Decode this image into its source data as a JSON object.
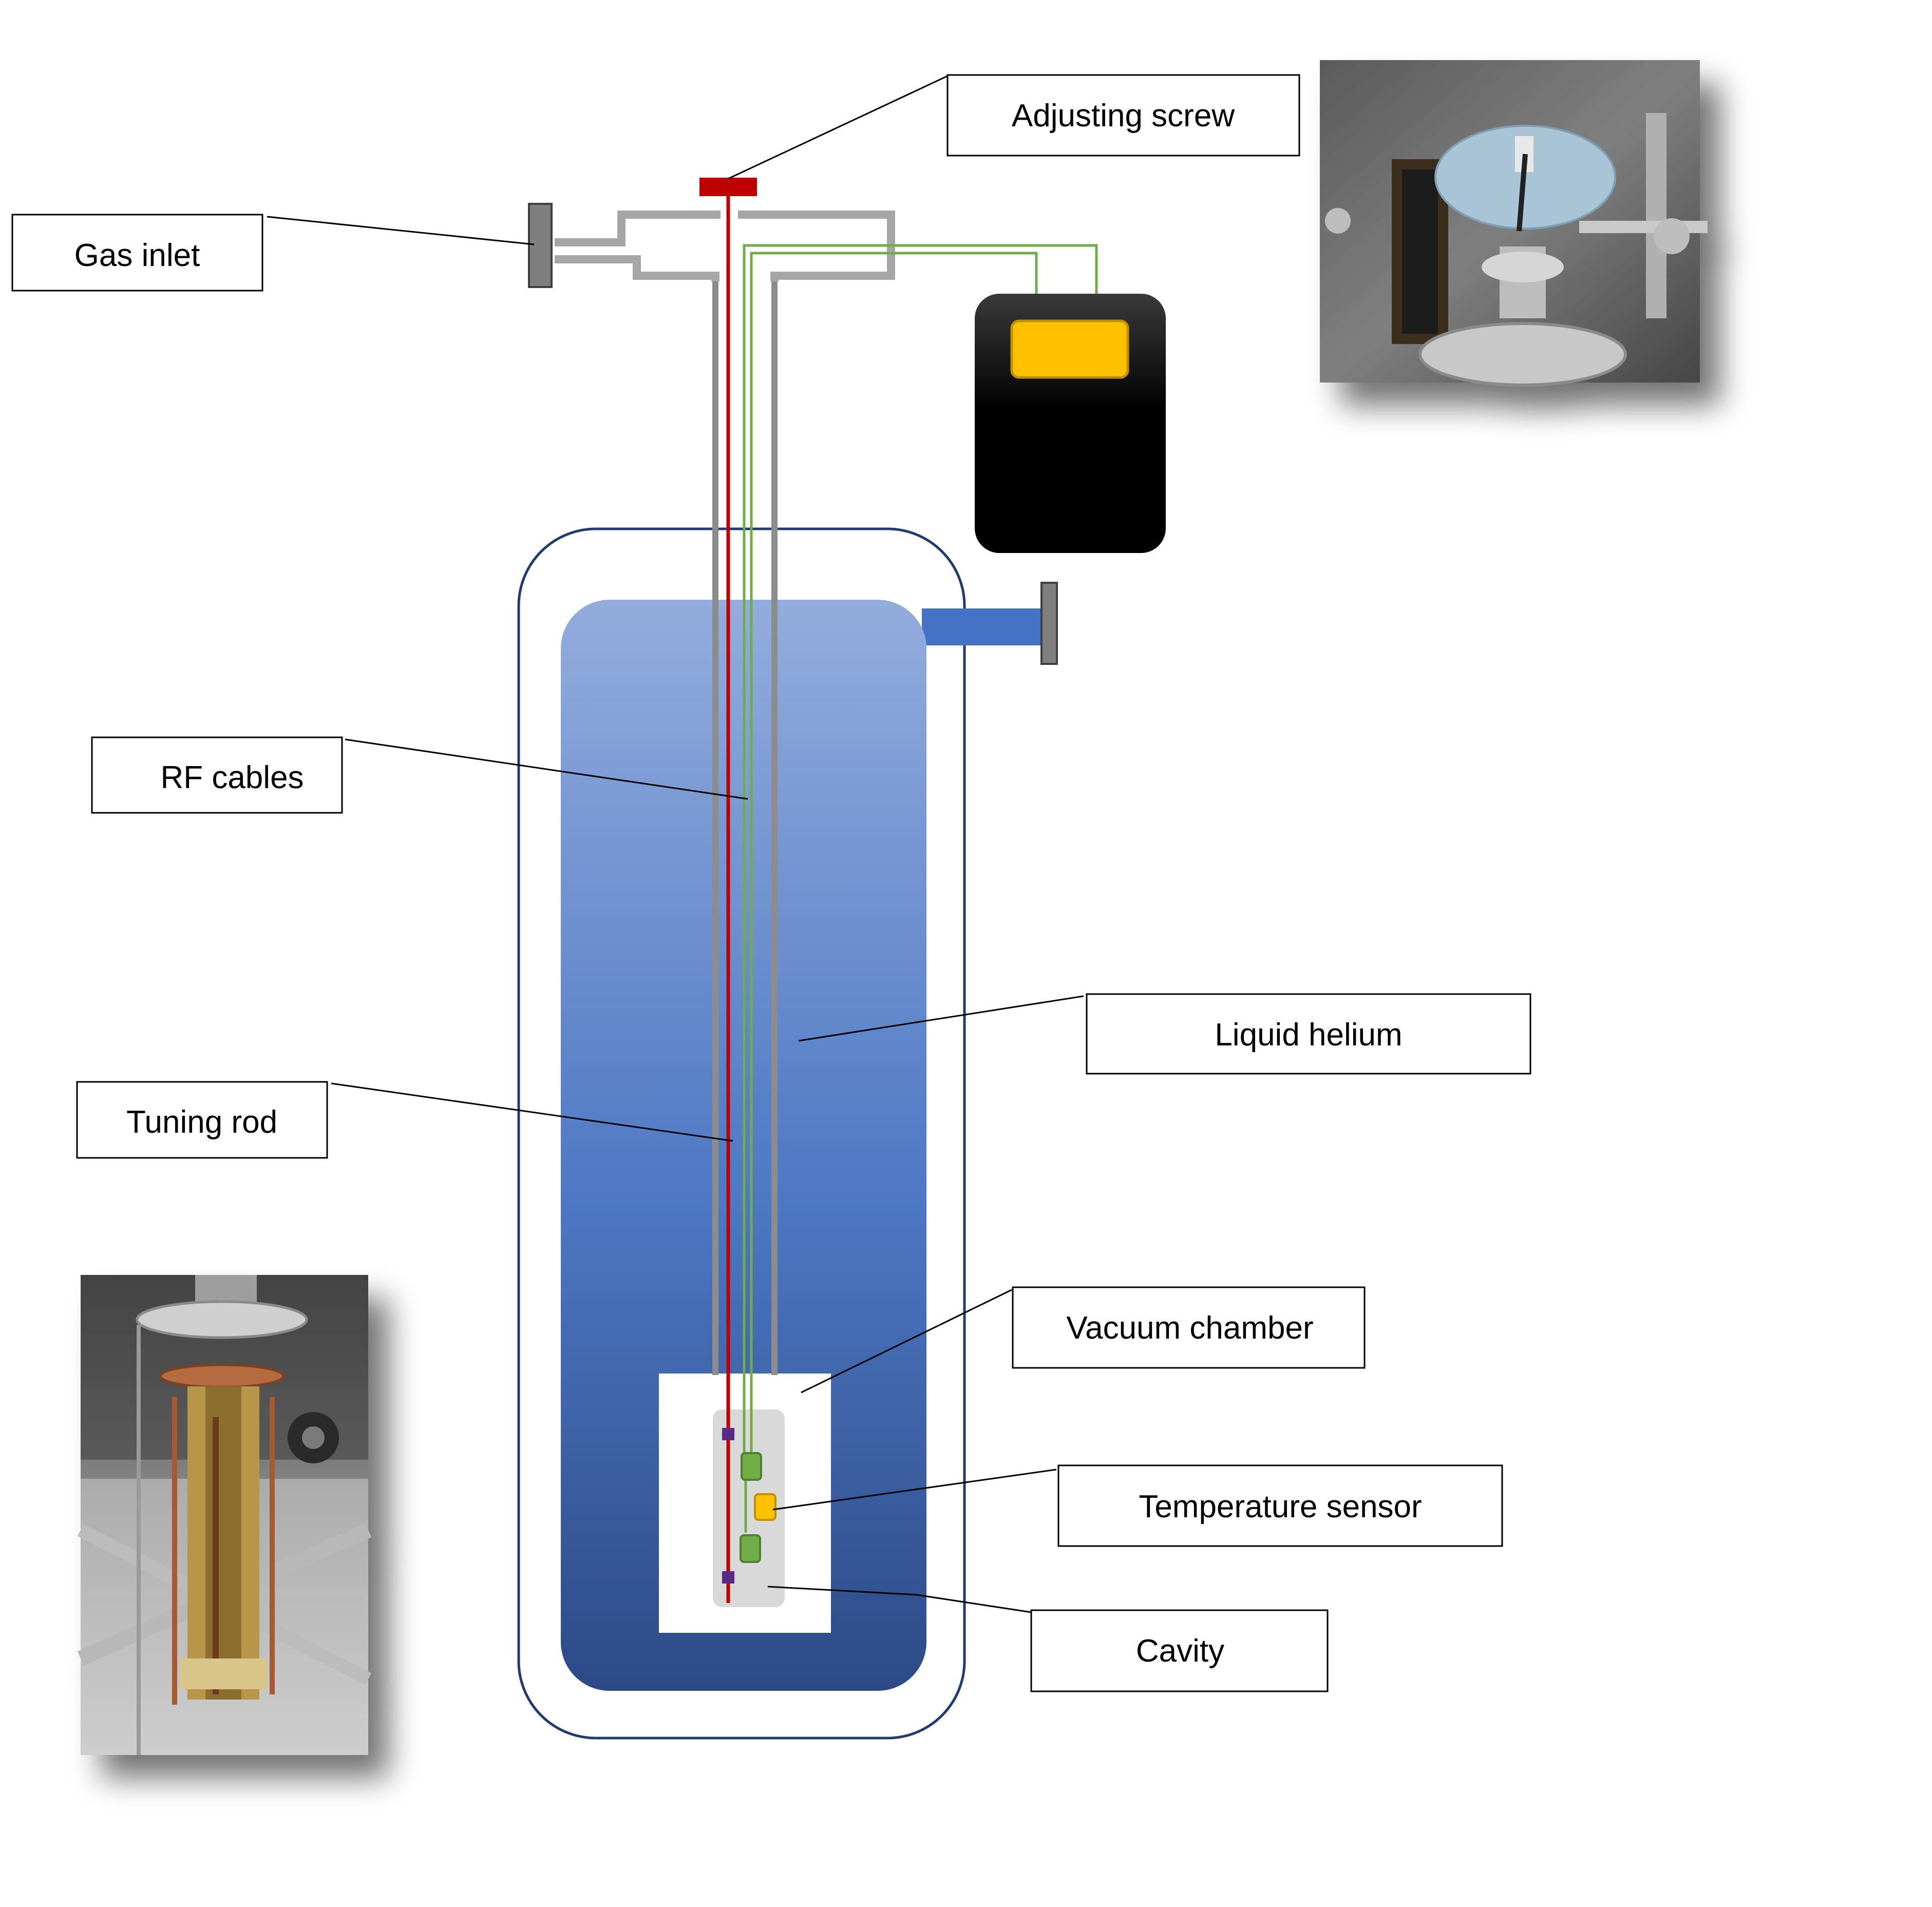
{
  "labels": {
    "adjusting_screw": "Adjusting screw",
    "gas_inlet": "Gas inlet",
    "rf_cables": "RF cables",
    "liquid_helium": "Liquid helium",
    "tuning_rod": "Tuning rod",
    "vacuum_chamber": "Vacuum chamber",
    "temperature_sensor": "Temperature sensor",
    "cavity": "Cavity"
  },
  "colors": {
    "tuning_rod": "#c00000",
    "rf_cables": "#70ad47",
    "temperature_sensor": "#ffc000",
    "dewar_outline": "#1f3b6f",
    "helium_top": "#8fa9dc",
    "helium_bottom": "#2e4f8f",
    "flange": "#7f7f7f",
    "feedthrough": "#a6a6a6",
    "readout_box": "#000000"
  },
  "photos": {
    "top_right": "photo-adjusting-screw-top",
    "bottom_left": "photo-cavity-insert"
  }
}
